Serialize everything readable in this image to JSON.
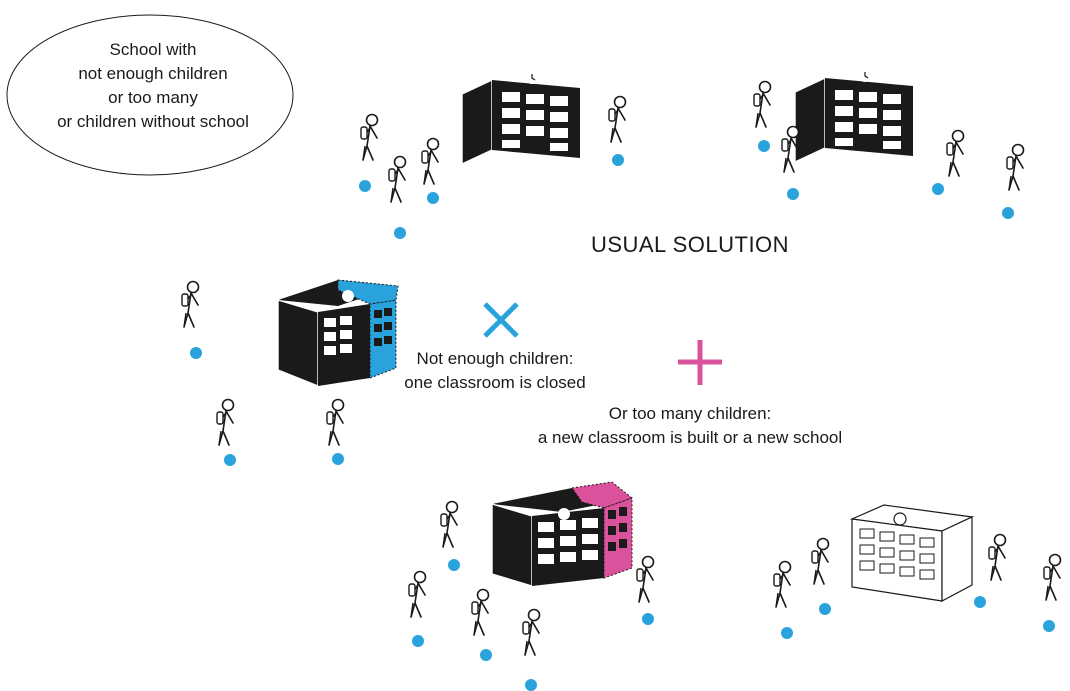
{
  "bubble": {
    "text": "School with\nnot enough children\nor too many\nor children without school"
  },
  "heading": "USUAL SOLUTION",
  "captions": {
    "closed": "Not enough children:\none classroom is closed",
    "built": "Or too many children:\na new classroom is built or a new school"
  },
  "symbols": {
    "minus": "cross-symbol",
    "plus": "plus-symbol"
  },
  "colors": {
    "blue": "#2aa3dc",
    "pink": "#d9529b",
    "building": "#1a1a1a",
    "outline_building": "#ffffff"
  }
}
